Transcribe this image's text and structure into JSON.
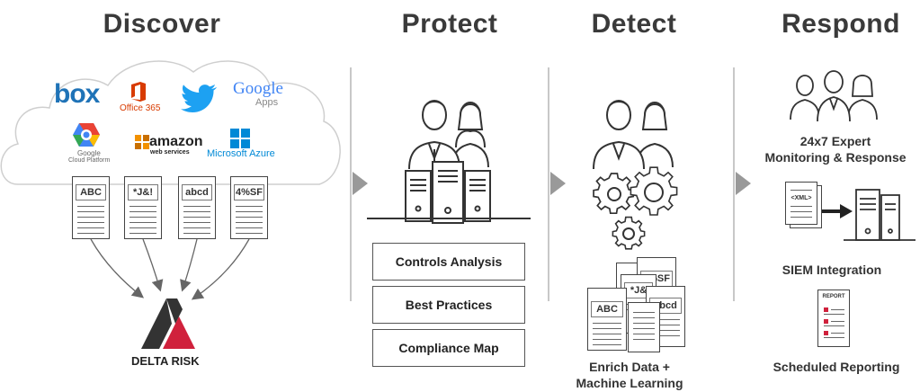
{
  "stages": {
    "discover": "Discover",
    "protect": "Protect",
    "detect": "Detect",
    "respond": "Respond"
  },
  "cloud_logos": {
    "box": "box",
    "office365": "Office 365",
    "twitter": "twitter-bird-icon",
    "google_apps_1": "Google",
    "google_apps_2": "Apps",
    "google_cloud_1": "Google",
    "google_cloud_2": "Cloud Platform",
    "amazon_1": "amazon",
    "amazon_2": "web services",
    "azure": "Microsoft Azure"
  },
  "discover_docs": [
    "ABC",
    "*J&!",
    "abcd",
    "4%SF"
  ],
  "brand": "DELTA RISK",
  "protect_boxes": [
    "Controls Analysis",
    "Best Practices",
    "Compliance Map"
  ],
  "detect_docs": [
    "4%SF",
    "*J&",
    "ABC",
    "abcd"
  ],
  "detect_caption_1": "Enrich Data +",
  "detect_caption_2": "Machine Learning",
  "respond": {
    "monitoring_1": "24x7 Expert",
    "monitoring_2": "Monitoring & Response",
    "xml_label": "<XML>",
    "siem": "SIEM Integration",
    "report_label": "REPORT",
    "scheduled": "Scheduled Reporting"
  },
  "colors": {
    "box_blue": "#1f73b7",
    "office_red": "#d83b01",
    "twitter_blue": "#1da1f2",
    "amazon_orange": "#f29100",
    "azure_blue": "#0089d6",
    "delta_red": "#d0213c",
    "delta_dark": "#333333"
  }
}
